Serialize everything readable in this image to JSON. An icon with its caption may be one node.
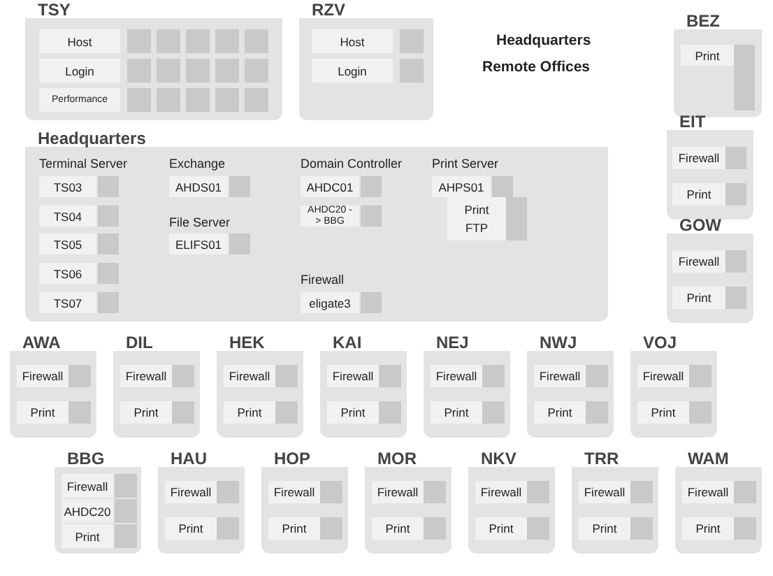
{
  "diagram": {
    "nodes": [
      {
        "text": [
          "TSY"
        ]
      },
      {
        "text": [
          "Host"
        ],
        "in": 0
      },
      {
        "text": [],
        "shape": "box",
        "in": 0
      },
      {
        "text": [],
        "shape": "box",
        "in": 0
      },
      {
        "text": [],
        "shape": "box",
        "in": 0
      },
      {
        "text": [],
        "shape": "box",
        "in": 0
      },
      {
        "text": [],
        "shape": "box",
        "in": 0
      },
      {
        "text": [
          "Login"
        ],
        "in": 0
      },
      {
        "text": [],
        "shape": "box",
        "in": 0
      },
      {
        "text": [],
        "shape": "box",
        "in": 0
      },
      {
        "text": [],
        "shape": "box",
        "in": 0
      },
      {
        "text": [],
        "shape": "box",
        "in": 0
      },
      {
        "text": [],
        "shape": "box",
        "in": 0
      },
      {
        "text": [
          "Performance"
        ],
        "in": 0
      },
      {
        "text": [],
        "shape": "box",
        "in": 0
      },
      {
        "text": [],
        "shape": "box",
        "in": 0
      },
      {
        "text": [],
        "shape": "box",
        "in": 0
      },
      {
        "text": [],
        "shape": "box",
        "in": 0
      },
      {
        "text": [],
        "shape": "box",
        "in": 0
      },
      {
        "text": [
          "RZV"
        ]
      },
      {
        "text": [
          "Host"
        ],
        "in": 19
      },
      {
        "text": [],
        "shape": "box",
        "in": 19
      },
      {
        "text": [
          "Login"
        ],
        "in": 19
      },
      {
        "text": [],
        "shape": "box",
        "in": 19
      },
      {
        "text": [
          "BEZ"
        ]
      },
      {
        "text": [
          "Print"
        ],
        "in": 24
      },
      {
        "text": [],
        "shape": "box",
        "in": 24
      },
      {
        "text": [
          "EIT"
        ]
      },
      {
        "text": [
          "Firewall"
        ],
        "in": 27
      },
      {
        "text": [],
        "shape": "box",
        "in": 27
      },
      {
        "text": [
          "Print"
        ],
        "in": 27
      },
      {
        "text": [],
        "shape": "box",
        "in": 27
      },
      {
        "text": [
          "GOW"
        ]
      },
      {
        "text": [
          "Firewall"
        ],
        "in": 32
      },
      {
        "text": [],
        "shape": "box",
        "in": 32
      },
      {
        "text": [
          "Print"
        ],
        "in": 32
      },
      {
        "text": [],
        "shape": "box",
        "in": 32
      },
      {
        "text": [
          "Headquarters"
        ]
      },
      {
        "text": [
          "TS03"
        ],
        "in": 37
      },
      {
        "text": [],
        "shape": "box",
        "in": 37
      },
      {
        "text": [
          "TS04"
        ],
        "in": 37
      },
      {
        "text": [],
        "shape": "box",
        "in": 37
      },
      {
        "text": [
          "TS05"
        ],
        "in": 37
      },
      {
        "text": [],
        "shape": "box",
        "in": 37
      },
      {
        "text": [
          "TS06"
        ],
        "in": 37
      },
      {
        "text": [],
        "shape": "box",
        "in": 37
      },
      {
        "text": [
          "TS07"
        ],
        "in": 37
      },
      {
        "text": [],
        "shape": "box",
        "in": 37
      },
      {
        "text": [
          "AHDS01"
        ],
        "in": 37
      },
      {
        "text": [],
        "shape": "box",
        "in": 37
      },
      {
        "text": [
          "ELIFS01"
        ],
        "in": 37
      },
      {
        "text": [],
        "shape": "box",
        "in": 37
      },
      {
        "text": [
          "AHDC01"
        ],
        "in": 37
      },
      {
        "text": [],
        "shape": "box",
        "in": 37
      },
      {
        "text": [
          "AHDC20 -> BBG"
        ],
        "in": 37
      },
      {
        "text": [],
        "shape": "box",
        "in": 37
      },
      {
        "text": [
          "eligate3"
        ],
        "in": 37
      },
      {
        "text": [],
        "shape": "box",
        "in": 37
      },
      {
        "text": [
          "AHPS01"
        ],
        "in": 37
      },
      {
        "text": [],
        "shape": "box",
        "in": 37
      },
      {
        "text": [
          "Print",
          "FTP"
        ],
        "in": 37
      },
      {
        "text": [],
        "shape": "box",
        "in": 37
      },
      {
        "text": [
          "AWA"
        ]
      },
      {
        "text": [
          "Firewall"
        ],
        "in": 62
      },
      {
        "text": [],
        "shape": "box",
        "in": 62
      },
      {
        "text": [
          "Print"
        ],
        "in": 62
      },
      {
        "text": [],
        "shape": "box",
        "in": 62
      },
      {
        "text": [
          "DIL"
        ]
      },
      {
        "text": [
          "Firewall"
        ],
        "in": 67
      },
      {
        "text": [],
        "shape": "box",
        "in": 67
      },
      {
        "text": [
          "Print"
        ],
        "in": 67
      },
      {
        "text": [],
        "shape": "box",
        "in": 67
      },
      {
        "text": [
          "HEK"
        ]
      },
      {
        "text": [
          "Firewall"
        ],
        "in": 72
      },
      {
        "text": [],
        "shape": "box",
        "in": 72
      },
      {
        "text": [
          "Print"
        ],
        "in": 72
      },
      {
        "text": [],
        "shape": "box",
        "in": 72
      },
      {
        "text": [
          "KAI"
        ]
      },
      {
        "text": [
          "Firewall"
        ],
        "in": 77
      },
      {
        "text": [],
        "shape": "box",
        "in": 77
      },
      {
        "text": [
          "Print"
        ],
        "in": 77
      },
      {
        "text": [],
        "shape": "box",
        "in": 77
      },
      {
        "text": [
          "NEJ"
        ]
      },
      {
        "text": [
          "Firewall"
        ],
        "in": 82
      },
      {
        "text": [],
        "shape": "box",
        "in": 82
      },
      {
        "text": [
          "Print"
        ],
        "in": 82
      },
      {
        "text": [],
        "shape": "box",
        "in": 82
      },
      {
        "text": [
          "NWJ"
        ]
      },
      {
        "text": [
          "Firewall"
        ],
        "in": 87
      },
      {
        "text": [],
        "shape": "box",
        "in": 87
      },
      {
        "text": [
          "Print"
        ],
        "in": 87
      },
      {
        "text": [],
        "shape": "box",
        "in": 87
      },
      {
        "text": [
          "VOJ"
        ]
      },
      {
        "text": [
          "Firewall"
        ],
        "in": 92
      },
      {
        "text": [],
        "shape": "box",
        "in": 92
      },
      {
        "text": [
          "Print"
        ],
        "in": 92
      },
      {
        "text": [],
        "shape": "box",
        "in": 92
      },
      {
        "text": [
          "BBG"
        ]
      },
      {
        "text": [
          "Firewall"
        ],
        "in": 97
      },
      {
        "text": [],
        "shape": "box",
        "in": 97
      },
      {
        "text": [
          "AHDC20"
        ],
        "in": 97
      },
      {
        "text": [],
        "shape": "box",
        "in": 97
      },
      {
        "text": [
          "Print"
        ],
        "in": 97
      },
      {
        "text": [],
        "shape": "box",
        "in": 97
      },
      {
        "text": [
          "HAU"
        ]
      },
      {
        "text": [
          "Firewall"
        ],
        "in": 104
      },
      {
        "text": [],
        "shape": "box",
        "in": 104
      },
      {
        "text": [
          "Print"
        ],
        "in": 104
      },
      {
        "text": [],
        "shape": "box",
        "in": 104
      },
      {
        "text": [
          "HOP"
        ]
      },
      {
        "text": [
          "Firewall"
        ],
        "in": 109
      },
      {
        "text": [],
        "shape": "box",
        "in": 109
      },
      {
        "text": [
          "Print"
        ],
        "in": 109
      },
      {
        "text": [],
        "shape": "box",
        "in": 109
      },
      {
        "text": [
          "MOR"
        ]
      },
      {
        "text": [
          "Firewall"
        ],
        "in": 114
      },
      {
        "text": [],
        "shape": "box",
        "in": 114
      },
      {
        "text": [
          "Print"
        ],
        "in": 114
      },
      {
        "text": [],
        "shape": "box",
        "in": 114
      },
      {
        "text": [
          "NKV"
        ]
      },
      {
        "text": [
          "Firewall"
        ],
        "in": 119
      },
      {
        "text": [],
        "shape": "box",
        "in": 119
      },
      {
        "text": [
          "Print"
        ],
        "in": 119
      },
      {
        "text": [],
        "shape": "box",
        "in": 119
      },
      {
        "text": [
          "TRR"
        ]
      },
      {
        "text": [
          "Firewall"
        ],
        "in": 124
      },
      {
        "text": [],
        "shape": "box",
        "in": 124
      },
      {
        "text": [
          "Print"
        ],
        "in": 124
      },
      {
        "text": [],
        "shape": "box",
        "in": 124
      },
      {
        "text": [
          "WAM"
        ]
      },
      {
        "text": [
          "Firewall"
        ],
        "in": 129
      },
      {
        "text": [],
        "shape": "box",
        "in": 129
      },
      {
        "text": [
          "Print"
        ],
        "in": 129
      },
      {
        "text": [],
        "shape": "box",
        "in": 129
      }
    ],
    "labels": [
      "Headquarters",
      "Remote Offices",
      "Terminal Server",
      "Exchange",
      "File Server",
      "Domain Controller",
      "Print Server",
      "Firewall"
    ]
  }
}
